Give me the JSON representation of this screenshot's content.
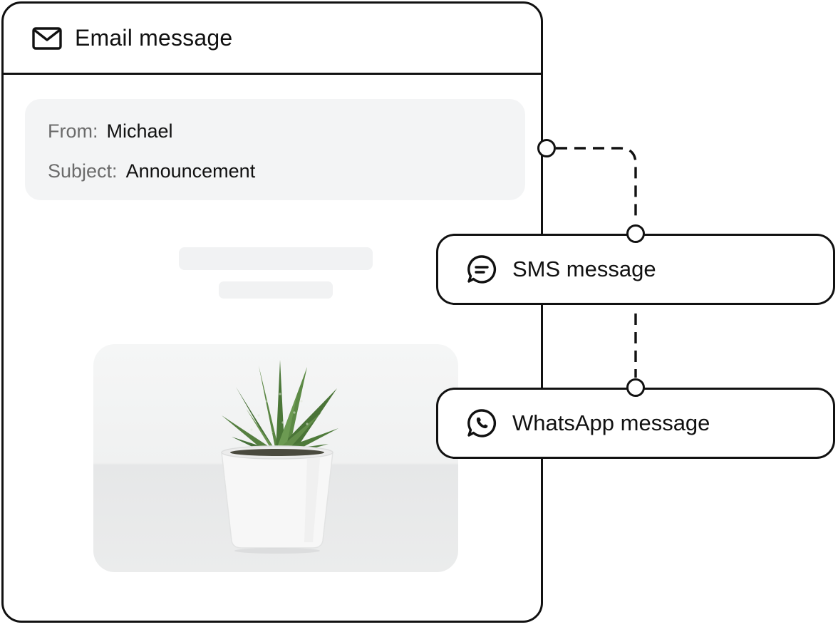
{
  "email": {
    "title": "Email message",
    "icon": "mail-icon",
    "from_label": "From:",
    "from_value": "Michael",
    "subject_label": "Subject:",
    "subject_value": "Announcement"
  },
  "channels": [
    {
      "label": "SMS message",
      "icon": "chat-bubble-icon"
    },
    {
      "label": "WhatsApp message",
      "icon": "whatsapp-icon"
    }
  ],
  "colors": {
    "stroke": "#111111",
    "meta_background": "#f3f4f5",
    "placeholder": "#f1f2f3",
    "label_gray": "#6b6b6b"
  }
}
